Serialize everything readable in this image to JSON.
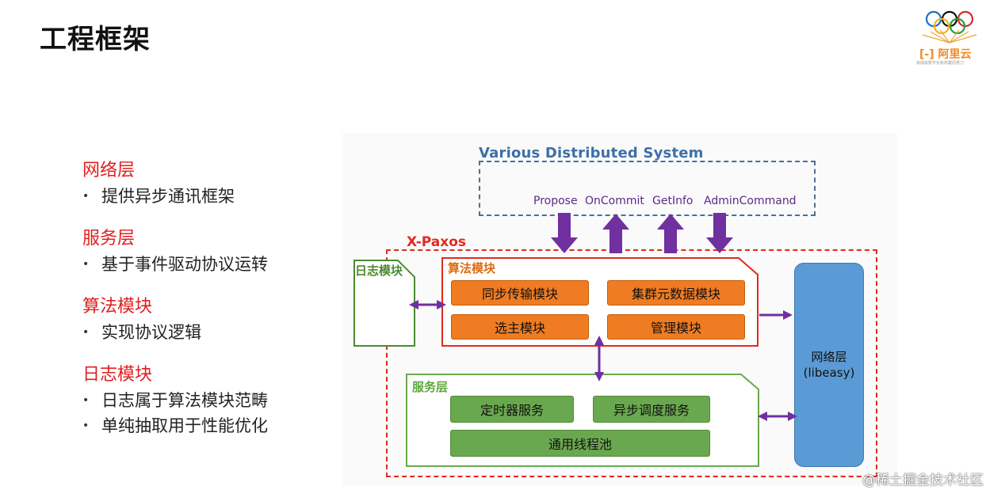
{
  "page": {
    "title": "工程框架"
  },
  "logo": {
    "text": "阿里云",
    "mark": "[-]",
    "subtitle": "為成就數字化新商業而努力"
  },
  "left_panel": {
    "sections": [
      {
        "heading": "网络层",
        "bullets": [
          "提供异步通讯框架"
        ]
      },
      {
        "heading": "服务层",
        "bullets": [
          "基于事件驱动协议运转"
        ]
      },
      {
        "heading": "算法模块",
        "bullets": [
          "实现协议逻辑"
        ]
      },
      {
        "heading": "日志模块",
        "bullets": [
          "日志属于算法模块范畴",
          "单纯抽取用于性能优化"
        ]
      }
    ]
  },
  "diagram": {
    "distributed_system": {
      "title": "Various Distributed System",
      "apis": [
        "Propose",
        "OnCommit",
        "GetInfo",
        "AdminCommand"
      ]
    },
    "xpaxos_title": "X-Paxos",
    "log_module": "日志模块",
    "algorithm": {
      "title": "算法模块",
      "modules": [
        "同步传输模块",
        "集群元数据模块",
        "选主模块",
        "管理模块"
      ]
    },
    "service": {
      "title": "服务层",
      "modules": [
        "定时器服务",
        "异步调度服务",
        "通用线程池"
      ]
    },
    "network": {
      "label": "网络层",
      "sublabel": "(libeasy)"
    }
  },
  "watermark": "@稀土掘金技术社区",
  "colors": {
    "red": "#e02020",
    "orange": "#ef7c22",
    "green": "#6aa84f",
    "blue": "#5b9bd5",
    "purple": "#7030a0",
    "navy": "#3e6fa8"
  }
}
